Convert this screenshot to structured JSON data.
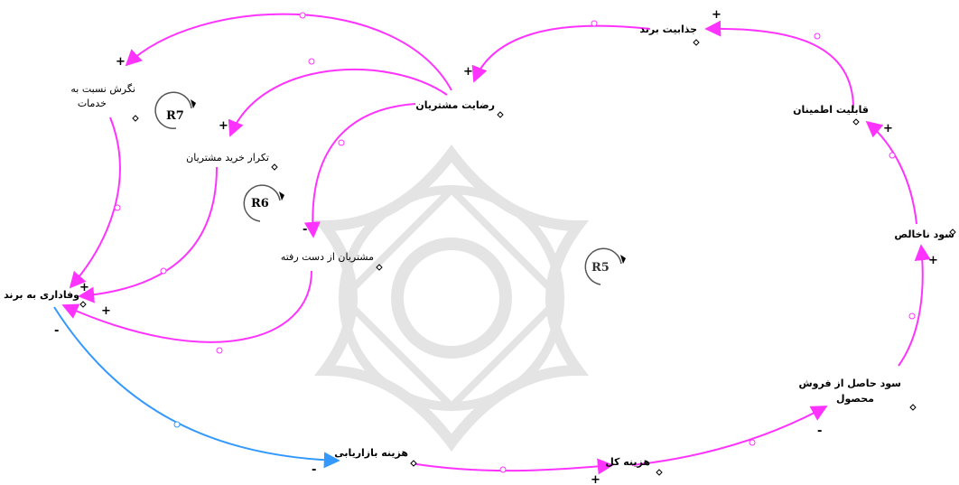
{
  "colors": {
    "positive_link": "#ff33ff",
    "negative_link": "#3399ff",
    "watermark": "#cfcfcf"
  },
  "nodes": {
    "customer_satisfaction": "رضایت مشتریان",
    "brand_attractiveness": "جذابیت برند",
    "reliability": "قابلیت اطمینان",
    "net_profit": "سود ناخالص",
    "sales_profit_line1": "سود حاصل از فروش",
    "sales_profit_line2": "محصول",
    "total_cost": "هزینه کل",
    "marketing_cost": "هزینه بازاریابی",
    "brand_loyalty": "وفاداری به برند",
    "attitude_line1": "نگرش نسبت به",
    "attitude_line2": "خدمات",
    "repeat_purchase": "تکرار خرید مشتریان",
    "lost_customers": "مشتریان از دست رفته"
  },
  "loops": {
    "r5": "R5",
    "r6": "R6",
    "r7": "R7"
  },
  "signs": {
    "plus": "+",
    "minus": "-"
  }
}
